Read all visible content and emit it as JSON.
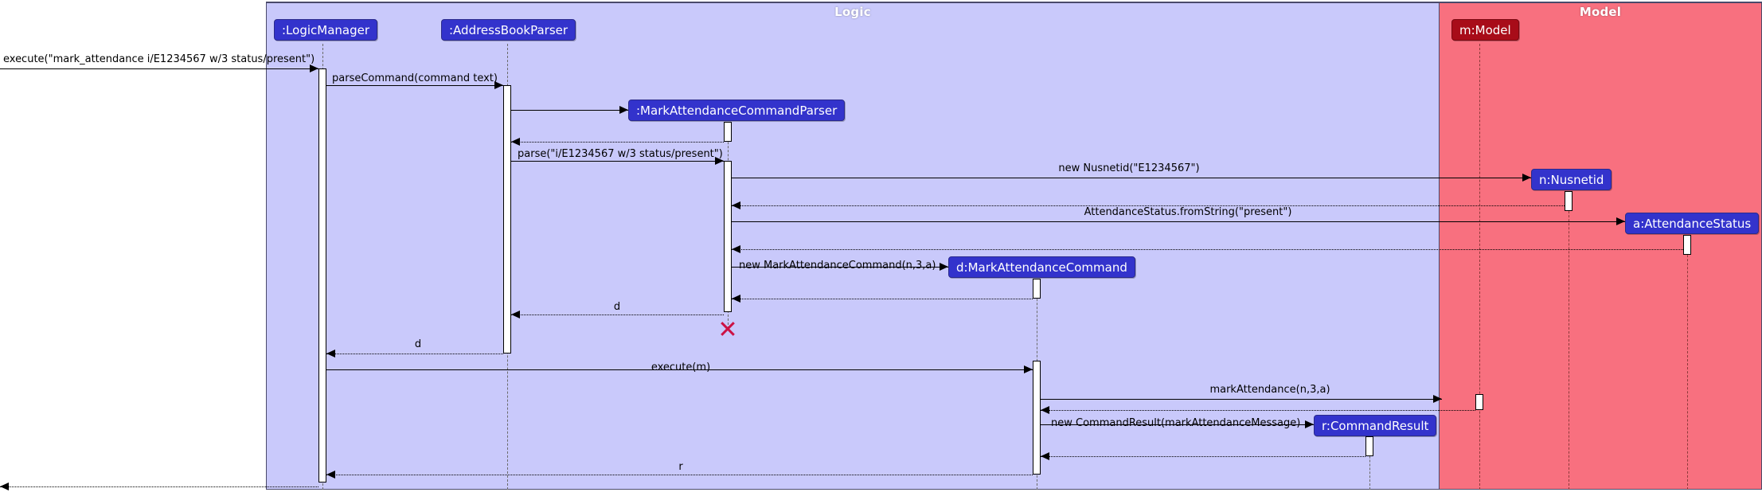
{
  "diagram": {
    "title": "Mark Attendance Sequence Diagram",
    "colors": {
      "logic_frame": "#c9c9fb",
      "model_frame": "#f8707f",
      "participant_blue": "#3333cc",
      "participant_red": "#a80c19",
      "destroy_marker": "#cc1144",
      "line": "#000000"
    }
  },
  "frames": [
    {
      "name": "logic",
      "label": "Logic"
    },
    {
      "name": "model",
      "label": "Model"
    }
  ],
  "participants": [
    {
      "id": "logic_manager",
      "label": ":LogicManager"
    },
    {
      "id": "parser",
      "label": ":AddressBookParser"
    },
    {
      "id": "cmd_parser",
      "label": ":MarkAttendanceCommandParser"
    },
    {
      "id": "command",
      "label": "d:MarkAttendanceCommand"
    },
    {
      "id": "result",
      "label": "r:CommandResult"
    },
    {
      "id": "model",
      "label": "m:Model"
    },
    {
      "id": "nusnetid",
      "label": "n:Nusnetid"
    },
    {
      "id": "att_status",
      "label": "a:AttendanceStatus"
    }
  ],
  "messages": [
    {
      "id": "m01",
      "label": "execute(\"mark_attendance i/E1234567 w/3 status/present\")",
      "kind": "call",
      "from": "actor",
      "to": "logic_manager"
    },
    {
      "id": "m02",
      "label": "parseCommand(command text)",
      "kind": "call",
      "from": "logic_manager",
      "to": "parser"
    },
    {
      "id": "m03",
      "label": "",
      "kind": "create",
      "from": "parser",
      "to": "cmd_parser"
    },
    {
      "id": "m04",
      "label": "",
      "kind": "return",
      "from": "cmd_parser",
      "to": "parser"
    },
    {
      "id": "m05",
      "label": "parse(\"i/E1234567 w/3 status/present\")",
      "kind": "call",
      "from": "parser",
      "to": "cmd_parser"
    },
    {
      "id": "m06",
      "label": "new Nusnetid(\"E1234567\")",
      "kind": "create",
      "from": "cmd_parser",
      "to": "nusnetid"
    },
    {
      "id": "m07",
      "label": "",
      "kind": "return",
      "from": "nusnetid",
      "to": "cmd_parser"
    },
    {
      "id": "m08",
      "label": "AttendanceStatus.fromString(\"present\")",
      "kind": "create",
      "from": "cmd_parser",
      "to": "att_status"
    },
    {
      "id": "m09",
      "label": "",
      "kind": "return",
      "from": "att_status",
      "to": "cmd_parser"
    },
    {
      "id": "m10",
      "label": "new MarkAttendanceCommand(n,3,a)",
      "kind": "create",
      "from": "cmd_parser",
      "to": "command"
    },
    {
      "id": "m11",
      "label": "",
      "kind": "return",
      "from": "command",
      "to": "cmd_parser"
    },
    {
      "id": "m12",
      "label": "d",
      "kind": "return",
      "from": "cmd_parser",
      "to": "parser"
    },
    {
      "id": "m13",
      "label": "d",
      "kind": "return",
      "from": "parser",
      "to": "logic_manager"
    },
    {
      "id": "m14",
      "label": "execute(m)",
      "kind": "call",
      "from": "logic_manager",
      "to": "command"
    },
    {
      "id": "m15",
      "label": "markAttendance(n,3,a)",
      "kind": "call",
      "from": "command",
      "to": "model"
    },
    {
      "id": "m16",
      "label": "",
      "kind": "return",
      "from": "model",
      "to": "command"
    },
    {
      "id": "m17",
      "label": "new CommandResult(markAttendanceMessage)",
      "kind": "create",
      "from": "command",
      "to": "result"
    },
    {
      "id": "m18",
      "label": "",
      "kind": "return",
      "from": "result",
      "to": "command"
    },
    {
      "id": "m19",
      "label": "r",
      "kind": "return",
      "from": "command",
      "to": "logic_manager"
    },
    {
      "id": "m20",
      "label": "",
      "kind": "return",
      "from": "logic_manager",
      "to": "actor"
    }
  ],
  "markers": [
    {
      "id": "destroy_cmd_parser",
      "type": "destruction-x",
      "on": "cmd_parser"
    }
  ]
}
